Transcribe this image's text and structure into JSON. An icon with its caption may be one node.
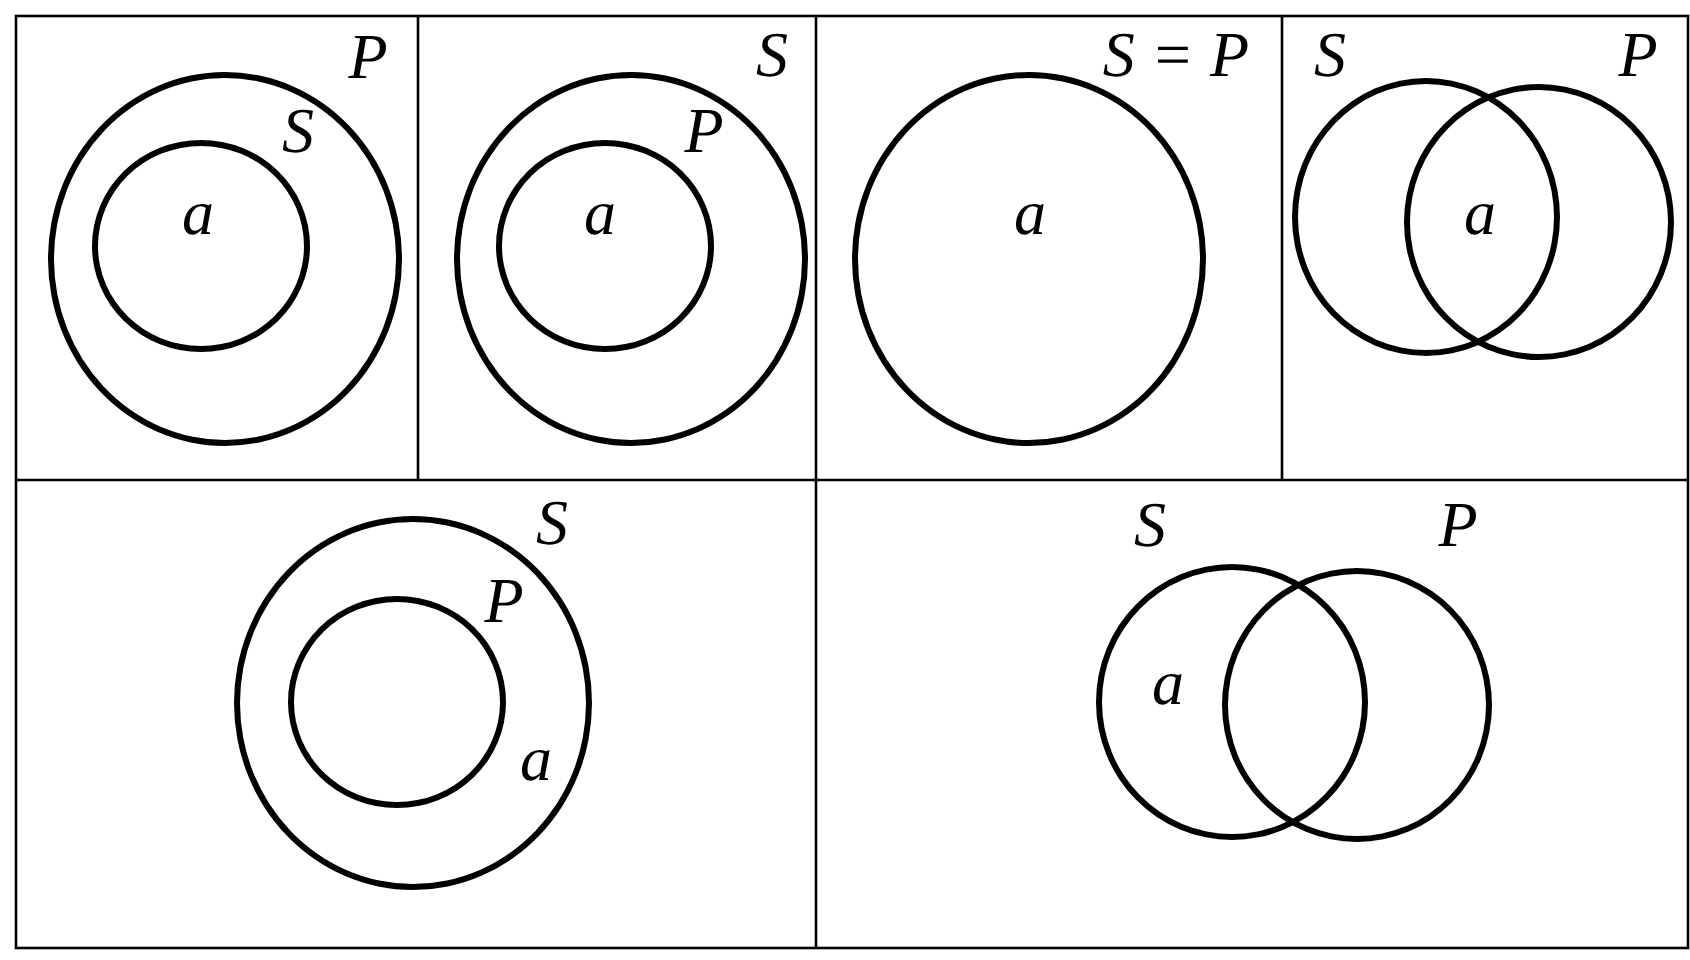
{
  "diagram": {
    "nodes": [
      {
        "text": [
          "P"
        ]
      },
      {
        "text": [
          "S",
          "a"
        ],
        "in": 0
      },
      {
        "text": [
          "S"
        ]
      },
      {
        "text": [
          "P",
          "a"
        ],
        "in": 2
      },
      {
        "text": [
          "S = P",
          "a"
        ]
      },
      {
        "text": [
          "S"
        ]
      },
      {
        "text": [
          "P"
        ]
      },
      {
        "text": [
          "S",
          "a"
        ]
      },
      {
        "text": [
          "P"
        ],
        "in": 7
      },
      {
        "text": [
          "S",
          "a"
        ]
      },
      {
        "text": [
          "P"
        ]
      }
    ],
    "labels": [
      "a"
    ]
  }
}
